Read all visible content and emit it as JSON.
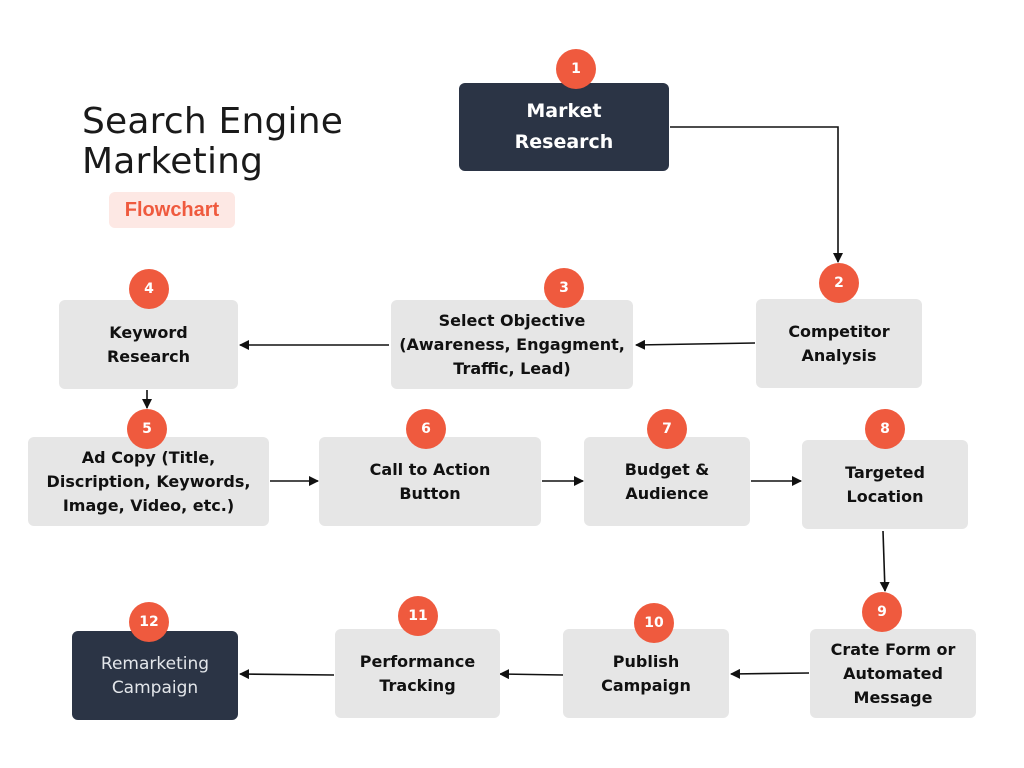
{
  "title": {
    "line1": "Search Engine",
    "line2": "Marketing"
  },
  "badge": "Flowchart",
  "colors": {
    "accent": "#ef5a3e",
    "dark_box": "#2b3445",
    "light_box": "#e6e6e6",
    "badge_bg": "#fde8e4"
  },
  "steps": [
    {
      "num": "1",
      "label": "Market\nResearch"
    },
    {
      "num": "2",
      "label": "Competitor\nAnalysis"
    },
    {
      "num": "3",
      "label": "Select Objective\n(Awareness, Engagment,\nTraffic, Lead)"
    },
    {
      "num": "4",
      "label": "Keyword\nResearch"
    },
    {
      "num": "5",
      "label": "Ad Copy (Title,\nDiscription, Keywords,\nImage, Video, etc.)"
    },
    {
      "num": "6",
      "label": "Call to Action\nButton"
    },
    {
      "num": "7",
      "label": "Budget &\nAudience"
    },
    {
      "num": "8",
      "label": "Targeted\nLocation"
    },
    {
      "num": "9",
      "label": "Crate Form or\nAutomated\nMessage"
    },
    {
      "num": "10",
      "label": "Publish\nCampaign"
    },
    {
      "num": "11",
      "label": "Performance\nTracking"
    },
    {
      "num": "12",
      "label": "Remarketing\nCampaign"
    }
  ]
}
